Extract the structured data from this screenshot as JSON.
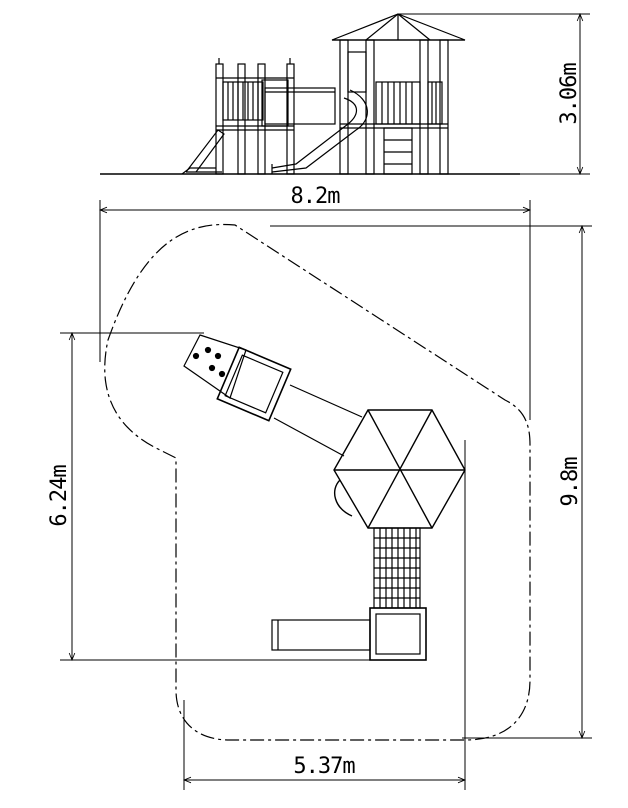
{
  "dimensions": {
    "height": "3.06m",
    "overall_width": "8.2m",
    "overall_depth": "9.8m",
    "structure_depth": "6.24m",
    "structure_width": "5.37m"
  }
}
